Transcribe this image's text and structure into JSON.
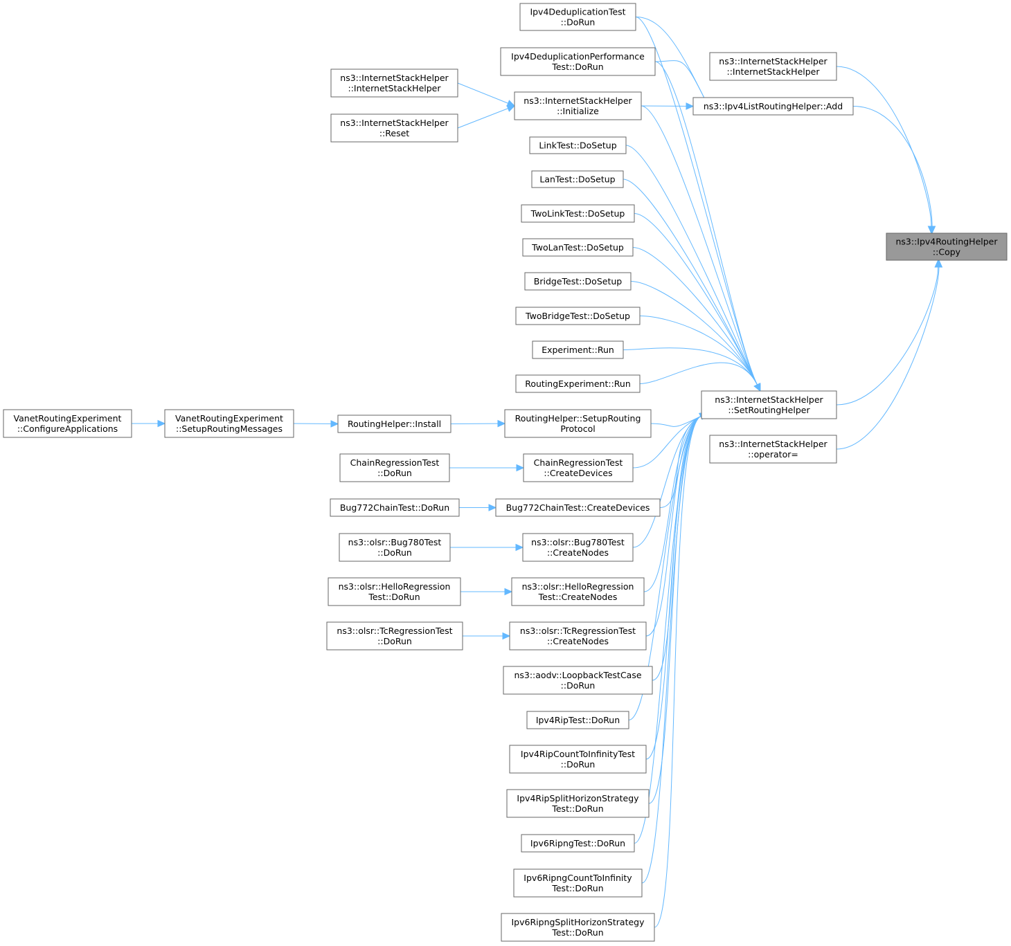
{
  "colors": {
    "edge": "#63b8ff",
    "node_border": "#666666",
    "node_fill": "#ffffff",
    "focus_fill": "#999999"
  },
  "nodes": [
    {
      "id": "copy",
      "lines": [
        "ns3::Ipv4RoutingHelper",
        "::Copy"
      ],
      "focus": true
    },
    {
      "id": "ish_ctor",
      "lines": [
        "ns3::InternetStackHelper",
        "::InternetStackHelper"
      ]
    },
    {
      "id": "list_add",
      "lines": [
        "ns3::Ipv4ListRoutingHelper::Add"
      ]
    },
    {
      "id": "set_rh",
      "lines": [
        "ns3::InternetStackHelper",
        "::SetRoutingHelper"
      ]
    },
    {
      "id": "op_assign",
      "lines": [
        "ns3::InternetStackHelper",
        "::operator="
      ]
    },
    {
      "id": "dedup_run",
      "lines": [
        "Ipv4DeduplicationTest",
        "::DoRun"
      ]
    },
    {
      "id": "dedupperf_run",
      "lines": [
        "Ipv4DeduplicationPerformance",
        "Test::DoRun"
      ]
    },
    {
      "id": "ish_init",
      "lines": [
        "ns3::InternetStackHelper",
        "::Initialize"
      ]
    },
    {
      "id": "link_setup",
      "lines": [
        "LinkTest::DoSetup"
      ]
    },
    {
      "id": "lan_setup",
      "lines": [
        "LanTest::DoSetup"
      ]
    },
    {
      "id": "twolink_setup",
      "lines": [
        "TwoLinkTest::DoSetup"
      ]
    },
    {
      "id": "twolan_setup",
      "lines": [
        "TwoLanTest::DoSetup"
      ]
    },
    {
      "id": "bridge_setup",
      "lines": [
        "BridgeTest::DoSetup"
      ]
    },
    {
      "id": "twobridge_setup",
      "lines": [
        "TwoBridgeTest::DoSetup"
      ]
    },
    {
      "id": "exp_run",
      "lines": [
        "Experiment::Run"
      ]
    },
    {
      "id": "routexp_run",
      "lines": [
        "RoutingExperiment::Run"
      ]
    },
    {
      "id": "rh_setup",
      "lines": [
        "RoutingHelper::SetupRouting",
        "Protocol"
      ]
    },
    {
      "id": "chain_create",
      "lines": [
        "ChainRegressionTest",
        "::CreateDevices"
      ]
    },
    {
      "id": "bug772_create",
      "lines": [
        "Bug772ChainTest::CreateDevices"
      ]
    },
    {
      "id": "bug780_create",
      "lines": [
        "ns3::olsr::Bug780Test",
        "::CreateNodes"
      ]
    },
    {
      "id": "hello_create",
      "lines": [
        "ns3::olsr::HelloRegression",
        "Test::CreateNodes"
      ]
    },
    {
      "id": "tc_create",
      "lines": [
        "ns3::olsr::TcRegressionTest",
        "::CreateNodes"
      ]
    },
    {
      "id": "aodv_run",
      "lines": [
        "ns3::aodv::LoopbackTestCase",
        "::DoRun"
      ]
    },
    {
      "id": "rip_run",
      "lines": [
        "Ipv4RipTest::DoRun"
      ]
    },
    {
      "id": "ripcount_run",
      "lines": [
        "Ipv4RipCountToInfinityTest",
        "::DoRun"
      ]
    },
    {
      "id": "ripsplit_run",
      "lines": [
        "Ipv4RipSplitHorizonStrategy",
        "Test::DoRun"
      ]
    },
    {
      "id": "ripng_run",
      "lines": [
        "Ipv6RipngTest::DoRun"
      ]
    },
    {
      "id": "ripngcount_run",
      "lines": [
        "Ipv6RipngCountToInfinity",
        "Test::DoRun"
      ]
    },
    {
      "id": "ripngsplit_run",
      "lines": [
        "Ipv6RipngSplitHorizonStrategy",
        "Test::DoRun"
      ]
    },
    {
      "id": "ish_ctor2",
      "lines": [
        "ns3::InternetStackHelper",
        "::InternetStackHelper"
      ]
    },
    {
      "id": "ish_reset",
      "lines": [
        "ns3::InternetStackHelper",
        "::Reset"
      ]
    },
    {
      "id": "rh_install",
      "lines": [
        "RoutingHelper::Install"
      ]
    },
    {
      "id": "chain_run",
      "lines": [
        "ChainRegressionTest",
        "::DoRun"
      ]
    },
    {
      "id": "bug772_run",
      "lines": [
        "Bug772ChainTest::DoRun"
      ]
    },
    {
      "id": "bug780_run",
      "lines": [
        "ns3::olsr::Bug780Test",
        "::DoRun"
      ]
    },
    {
      "id": "hello_run",
      "lines": [
        "ns3::olsr::HelloRegression",
        "Test::DoRun"
      ]
    },
    {
      "id": "tc_run",
      "lines": [
        "ns3::olsr::TcRegressionTest",
        "::DoRun"
      ]
    },
    {
      "id": "vanet_setup",
      "lines": [
        "VanetRoutingExperiment",
        "::SetupRoutingMessages"
      ]
    },
    {
      "id": "vanet_config",
      "lines": [
        "VanetRoutingExperiment",
        "::ConfigureApplications"
      ]
    }
  ],
  "edges": [
    {
      "from": "ish_ctor",
      "to": "copy"
    },
    {
      "from": "list_add",
      "to": "copy"
    },
    {
      "from": "set_rh",
      "to": "copy"
    },
    {
      "from": "op_assign",
      "to": "copy"
    },
    {
      "from": "dedup_run",
      "to": "list_add"
    },
    {
      "from": "dedupperf_run",
      "to": "list_add"
    },
    {
      "from": "ish_init",
      "to": "list_add"
    },
    {
      "from": "dedup_run",
      "to": "set_rh"
    },
    {
      "from": "dedupperf_run",
      "to": "set_rh"
    },
    {
      "from": "ish_init",
      "to": "set_rh"
    },
    {
      "from": "link_setup",
      "to": "set_rh"
    },
    {
      "from": "lan_setup",
      "to": "set_rh"
    },
    {
      "from": "twolink_setup",
      "to": "set_rh"
    },
    {
      "from": "twolan_setup",
      "to": "set_rh"
    },
    {
      "from": "bridge_setup",
      "to": "set_rh"
    },
    {
      "from": "twobridge_setup",
      "to": "set_rh"
    },
    {
      "from": "exp_run",
      "to": "set_rh"
    },
    {
      "from": "routexp_run",
      "to": "set_rh"
    },
    {
      "from": "rh_setup",
      "to": "set_rh"
    },
    {
      "from": "chain_create",
      "to": "set_rh"
    },
    {
      "from": "bug772_create",
      "to": "set_rh"
    },
    {
      "from": "bug780_create",
      "to": "set_rh"
    },
    {
      "from": "hello_create",
      "to": "set_rh"
    },
    {
      "from": "tc_create",
      "to": "set_rh"
    },
    {
      "from": "aodv_run",
      "to": "set_rh"
    },
    {
      "from": "rip_run",
      "to": "set_rh"
    },
    {
      "from": "ripcount_run",
      "to": "set_rh"
    },
    {
      "from": "ripsplit_run",
      "to": "set_rh"
    },
    {
      "from": "ripng_run",
      "to": "set_rh"
    },
    {
      "from": "ripngcount_run",
      "to": "set_rh"
    },
    {
      "from": "ripngsplit_run",
      "to": "set_rh"
    },
    {
      "from": "ish_ctor2",
      "to": "ish_init"
    },
    {
      "from": "ish_reset",
      "to": "ish_init"
    },
    {
      "from": "rh_install",
      "to": "rh_setup"
    },
    {
      "from": "chain_run",
      "to": "chain_create"
    },
    {
      "from": "bug772_run",
      "to": "bug772_create"
    },
    {
      "from": "bug780_run",
      "to": "bug780_create"
    },
    {
      "from": "hello_run",
      "to": "hello_create"
    },
    {
      "from": "tc_run",
      "to": "tc_create"
    },
    {
      "from": "vanet_setup",
      "to": "rh_install"
    },
    {
      "from": "vanet_config",
      "to": "vanet_setup"
    }
  ]
}
